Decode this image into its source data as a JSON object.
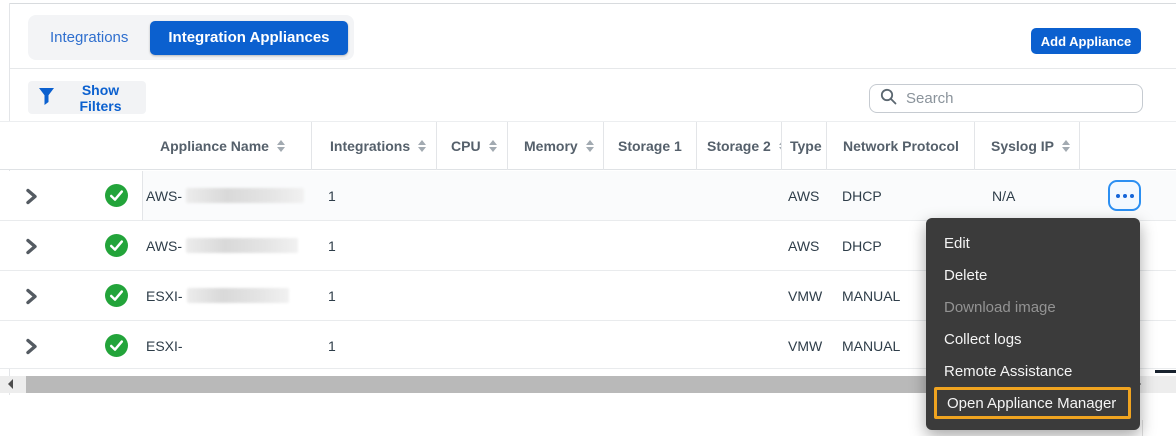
{
  "header": {
    "tabs": [
      {
        "label": "Integrations",
        "active": false
      },
      {
        "label": "Integration Appliances",
        "active": true
      }
    ],
    "add_button_label": "Add Appliance"
  },
  "toolbar": {
    "show_filters_label": "Show Filters",
    "search_placeholder": "Search"
  },
  "table": {
    "columns": [
      {
        "label": "Appliance Name",
        "sortable": true
      },
      {
        "label": "Integrations",
        "sortable": true
      },
      {
        "label": "CPU",
        "sortable": true
      },
      {
        "label": "Memory",
        "sortable": true
      },
      {
        "label": "Storage 1",
        "sortable": false
      },
      {
        "label": "Storage 2",
        "sortable": true
      },
      {
        "label": "Type",
        "sortable": false
      },
      {
        "label": "Network Protocol",
        "sortable": false
      },
      {
        "label": "Syslog IP",
        "sortable": true
      }
    ],
    "rows": [
      {
        "status": "connected",
        "name_prefix": "AWS-",
        "name_redacted": true,
        "integrations": "1",
        "type": "AWS",
        "network_protocol": "DHCP",
        "syslog_ip": "N/A"
      },
      {
        "status": "connected",
        "name_prefix": "AWS-",
        "name_redacted": true,
        "integrations": "1",
        "type": "AWS",
        "network_protocol": "DHCP",
        "syslog_ip": ""
      },
      {
        "status": "connected",
        "name_prefix": "ESXI-",
        "name_redacted": true,
        "integrations": "1",
        "type": "VMW",
        "network_protocol": "MANUAL",
        "syslog_ip": ""
      },
      {
        "status": "connected",
        "name_prefix": "ESXI-",
        "name_redacted": false,
        "integrations": "1",
        "type": "VMW",
        "network_protocol": "MANUAL",
        "syslog_ip": ""
      }
    ]
  },
  "context_menu": {
    "items": [
      {
        "label": "Edit",
        "enabled": true,
        "highlighted": false
      },
      {
        "label": "Delete",
        "enabled": true,
        "highlighted": false
      },
      {
        "label": "Download image",
        "enabled": false,
        "highlighted": false
      },
      {
        "label": "Collect logs",
        "enabled": true,
        "highlighted": false
      },
      {
        "label": "Remote Assistance",
        "enabled": true,
        "highlighted": false
      },
      {
        "label": "Open Appliance Manager",
        "enabled": true,
        "highlighted": true
      }
    ]
  },
  "colors": {
    "accent_blue": "#0b60cf",
    "menu_background": "#3b3b3b",
    "highlight_orange": "#f0a420",
    "success_green": "#23a43a"
  }
}
